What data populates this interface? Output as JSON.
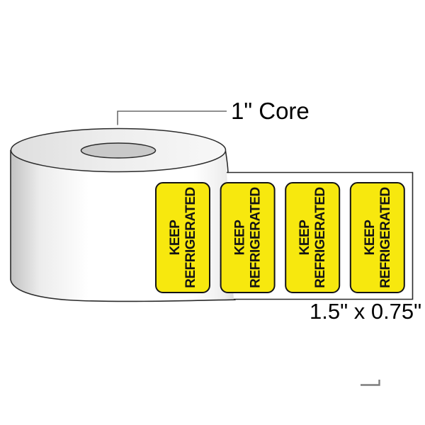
{
  "product_illustration": {
    "core_callout": {
      "text": "1\" Core"
    },
    "size_callout": {
      "text": "1.5\" x 0.75\""
    },
    "labels": [
      {
        "line1": "KEEP",
        "line2": "REFRIGERATED"
      },
      {
        "line1": "KEEP",
        "line2": "REFRIGERATED"
      },
      {
        "line1": "KEEP",
        "line2": "REFRIGERATED"
      },
      {
        "line1": "KEEP",
        "line2": "REFRIGERATED"
      }
    ],
    "colors": {
      "label_fill": "#F7E80E",
      "label_border": "#141414",
      "label_text": "#141414",
      "core_fill": "#C9C9C9",
      "outline": "#2B2B2B",
      "callout_line": "#4D4D4D",
      "crop_mark": "#7D7D7D",
      "background": "#FFFFFF"
    }
  }
}
